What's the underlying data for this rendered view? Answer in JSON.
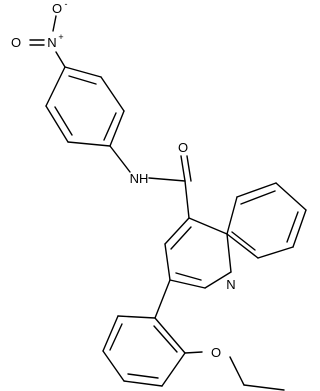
{
  "molecule": {
    "labels": {
      "nitro_O_top": "O",
      "nitro_O_top_charge": "-",
      "nitro_N": "N",
      "nitro_N_charge": "+",
      "nitro_O_side": "O",
      "amide_NH": "NH",
      "carbonyl_O": "O",
      "quinoline_N": "N",
      "ether_O": "O"
    },
    "colors": {
      "bond": "#000000",
      "label": "#000000",
      "background": "#ffffff"
    }
  }
}
